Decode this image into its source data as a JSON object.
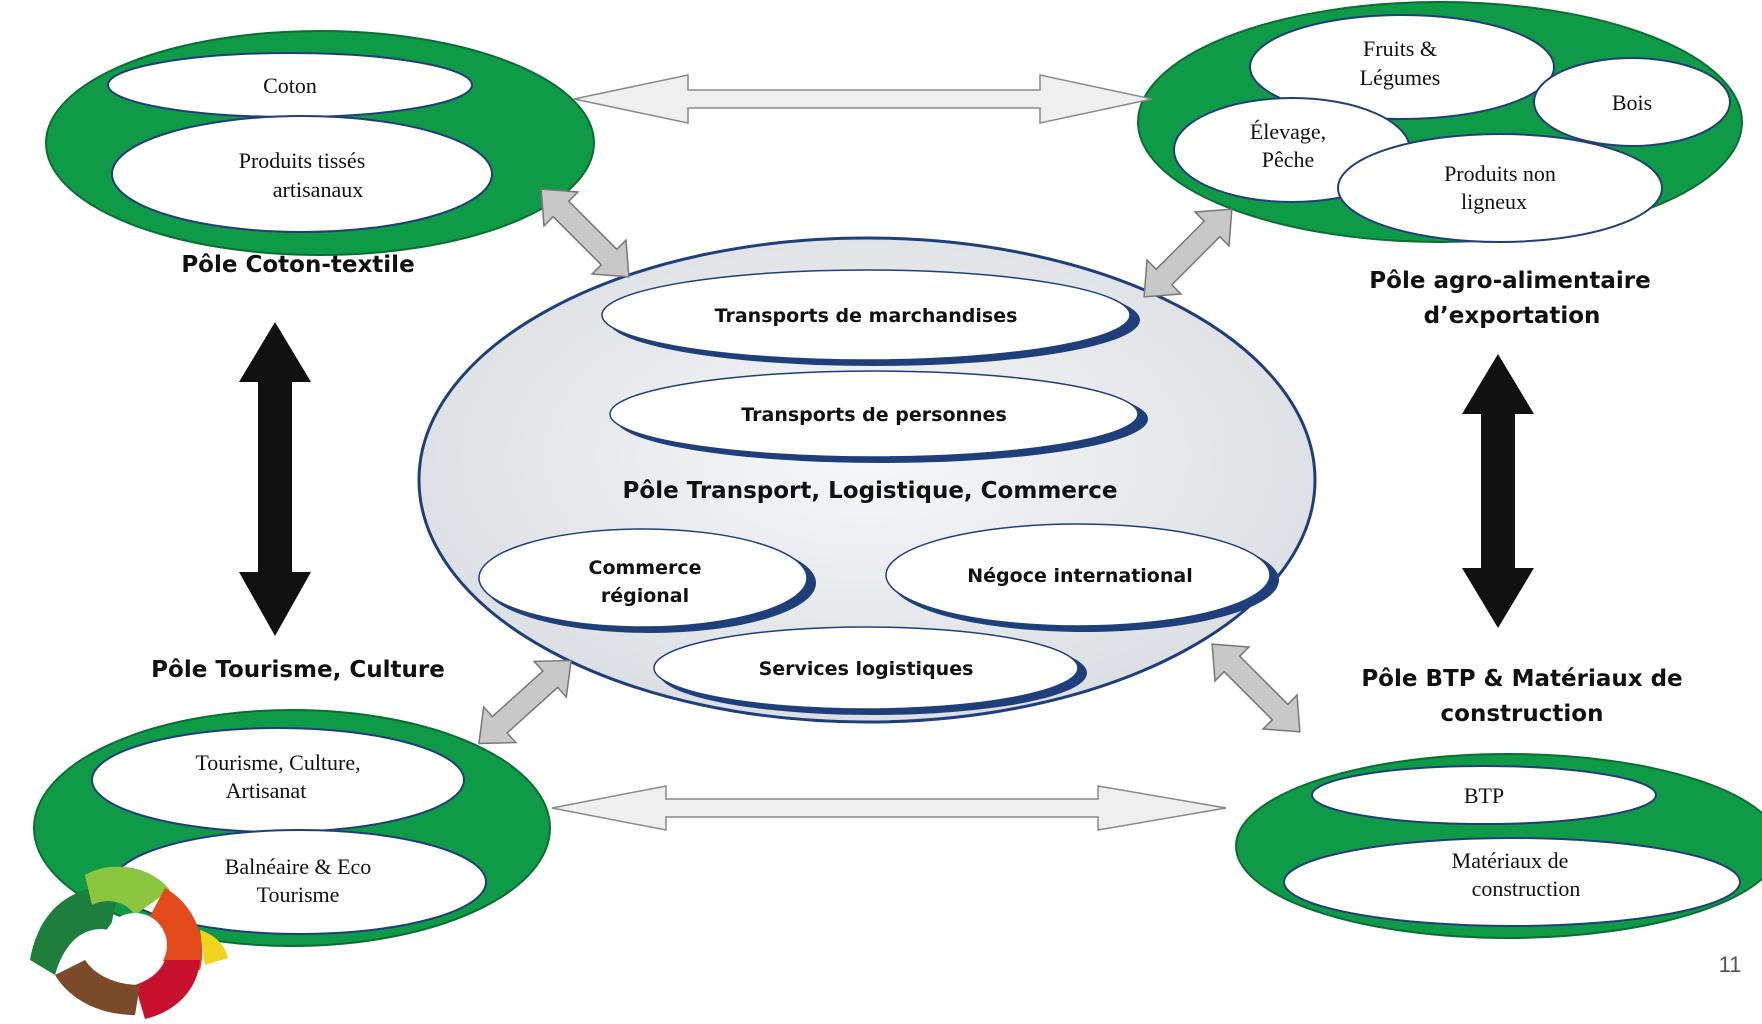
{
  "colors": {
    "green": "#0f9a48",
    "center": "#e3e6ea",
    "navy": "#1f3f7a",
    "gray_arrow": "#c8c8c8",
    "black_arrow": "#111111"
  },
  "poles": {
    "coton": {
      "title": "Pôle Coton-textile",
      "items": [
        "Coton",
        "Produits tissés",
        "artisanaux"
      ]
    },
    "agro": {
      "title_1": "Pôle agro-alimentaire",
      "title_2": "d’exportation",
      "items": [
        "Fruits &",
        "Légumes",
        "Bois",
        "Élevage,",
        "Pêche",
        "Produits non",
        "ligneux"
      ]
    },
    "transport": {
      "title": "Pôle Transport,  Logistique, Commerce",
      "items": [
        "Transports de marchandises",
        "Transports de personnes",
        "Commerce",
        "régional",
        "Négoce international",
        "Services logistiques"
      ]
    },
    "tourisme": {
      "title": "Pôle Tourisme, Culture",
      "items": [
        "Tourisme, Culture,",
        "Artisanat",
        "Balnéaire & Eco",
        "Tourisme"
      ]
    },
    "btp": {
      "title_1": "Pôle BTP & Matériaux de",
      "title_2": "construction",
      "items": [
        "BTP",
        "Matériaux de",
        "construction"
      ]
    }
  },
  "icons": {
    "logo": "pinwheel-logo-icon",
    "double_arrow": "double-arrow-icon"
  },
  "page_number": "11"
}
